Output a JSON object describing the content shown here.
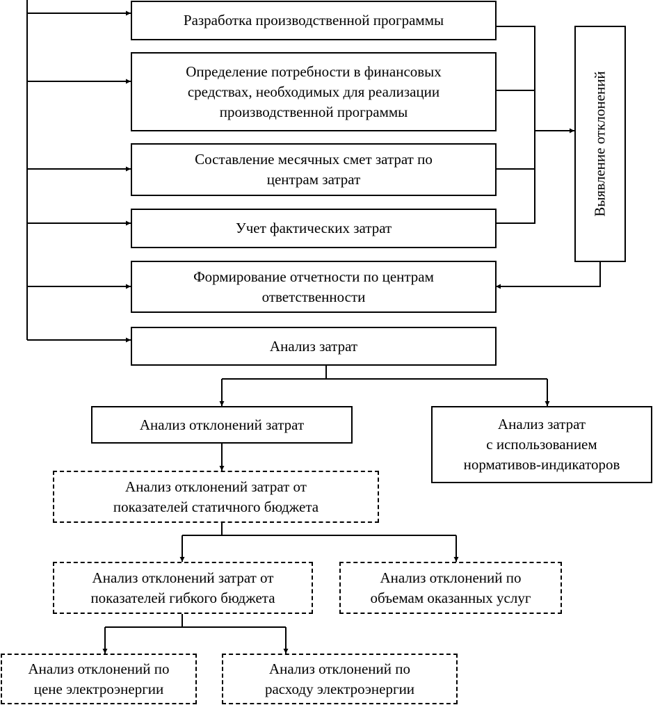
{
  "boxes": {
    "b1": "Разработка производственной программы",
    "b2": "Определение потребности в финансовых\nсредствах, необходимых для реализации\nпроизводственной программы",
    "b3": "Составление месячных смет затрат по\nцентрам затрат",
    "b4": "Учет фактических затрат",
    "b5": "Формирование отчетности по центрам\nответственности",
    "b6": "Анализ затрат",
    "deviations": "Выявление отклонений",
    "cost_dev": "Анализ отклонений затрат",
    "normative": "Анализ затрат\nс использованием\nнормативов-индикаторов",
    "static_budget": "Анализ отклонений затрат от\nпоказателей статичного бюджета",
    "flex_budget": "Анализ отклонений затрат от\nпоказателей гибкого бюджета",
    "volume": "Анализ отклонений по\nобъемам оказанных услуг",
    "price": "Анализ отклонений по\nцене электроэнергии",
    "consumption": "Анализ отклонений по\nрасходу электроэнергии"
  }
}
